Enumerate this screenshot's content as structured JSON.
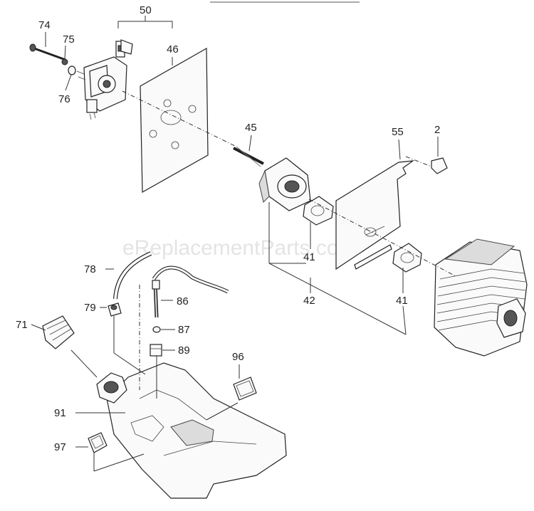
{
  "watermark": "eReplacementParts.com",
  "labels": {
    "l74": "74",
    "l75": "75",
    "l76": "76",
    "l50": "50",
    "l46": "46",
    "l45": "45",
    "l55": "55",
    "l2": "2",
    "l41a": "41",
    "l42": "42",
    "l41b": "41",
    "l78": "78",
    "l86": "86",
    "l79": "79",
    "l87": "87",
    "l71": "71",
    "l89": "89",
    "l96": "96",
    "l91": "91",
    "l97": "97"
  },
  "colors": {
    "line": "#333333",
    "watermark": "#e4e4e4"
  }
}
